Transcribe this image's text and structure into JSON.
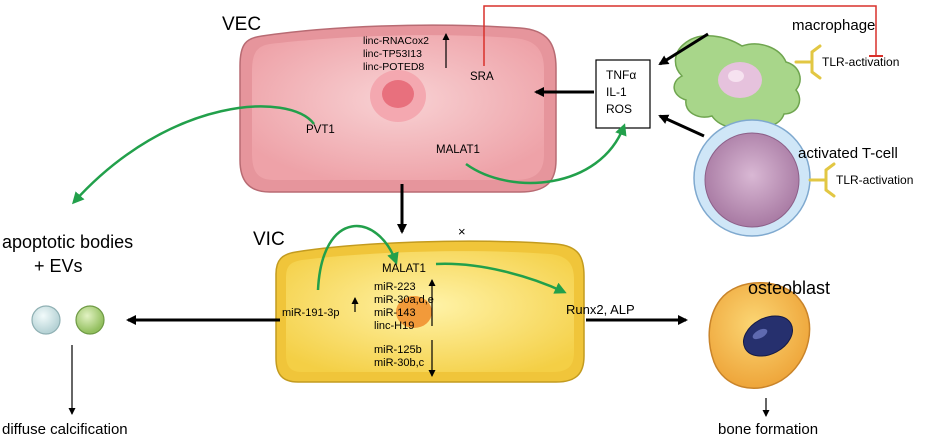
{
  "labels": {
    "vec": "VEC",
    "vic": "VIC",
    "macrophage": "macrophage",
    "tlr_activation_macrophage": "TLR-activation",
    "activated_tcell": "activated T-cell",
    "tlr_activation_tcell": "TLR-activation",
    "apoptotic_bodies": "apoptotic bodies",
    "evs": "+ EVs",
    "osteoblast": "osteoblast",
    "diffuse_calcification": "diffuse calcification",
    "bone_formation": "bone formation",
    "cross_mark": "×"
  },
  "vec_cell": {
    "lncrna_up": [
      "linc-RNACox2",
      "linc-TP53I13",
      "linc-POTED8"
    ],
    "sra": "SRA",
    "pvt1": "PVT1",
    "malat1": "MALAT1"
  },
  "cytokine_box": {
    "items": [
      "TNFα",
      "IL-1",
      "ROS"
    ]
  },
  "vic_cell": {
    "malat1": "MALAT1",
    "mir_191": "miR-191-3p",
    "upregulated": [
      "miR-223",
      "miR-30a,d,e",
      "miR-143",
      "linc-H19"
    ],
    "downregulated": [
      "miR-125b",
      "miR-30b,c"
    ],
    "runx2": "Runx2, ALP"
  },
  "colors": {
    "vec_fill": "#f2b9bd",
    "vec_nucleus": "#e8707d",
    "vic_fill": "#fbe37a",
    "vic_nucleus": "#f2a33c",
    "macrophage": "#a8d68a",
    "tcell": "#c9a2c2",
    "green_arrow": "#22a04b",
    "inhibit_red": "#d9312b",
    "receptor": "#e2c743"
  }
}
